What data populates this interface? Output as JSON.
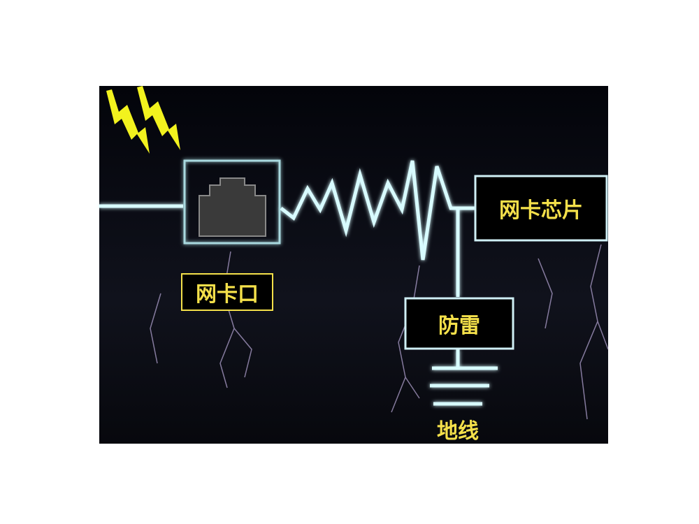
{
  "labels": {
    "port": "网卡口",
    "chip": "网卡芯片",
    "surge": "防雷",
    "ground": "地线"
  },
  "colors": {
    "background": "#05060c",
    "glow": "#bff4ff",
    "label": "#f4e04a",
    "bolt": "#f2f21e"
  }
}
